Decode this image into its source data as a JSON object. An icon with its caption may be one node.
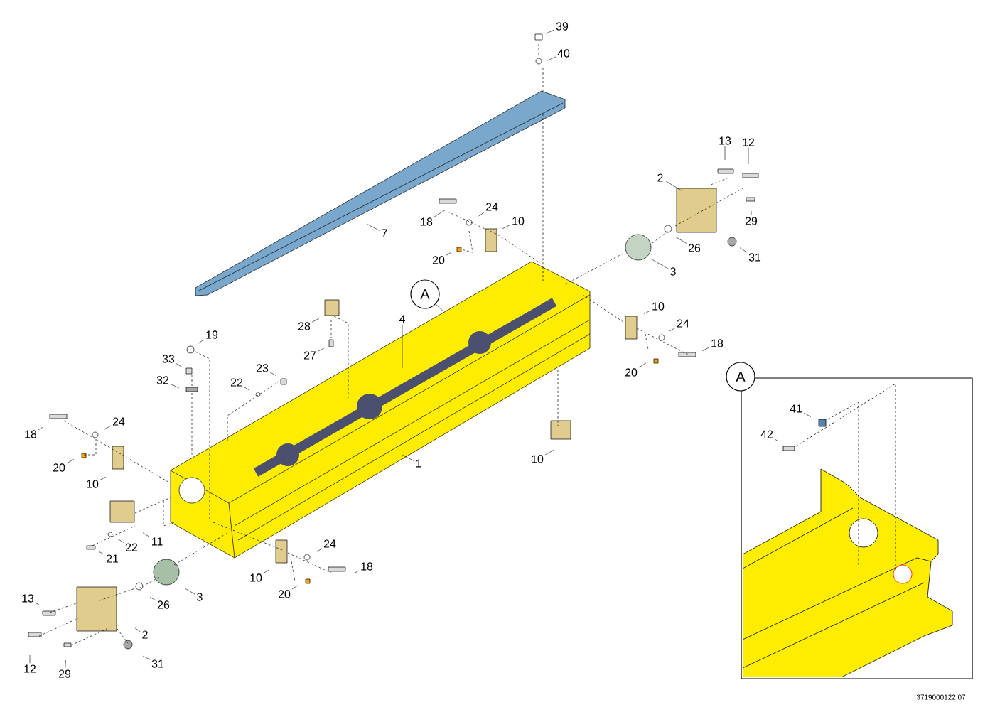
{
  "diagram": {
    "nodes": [
      {
        "text": [
          "39"
        ]
      },
      {
        "text": [
          "40"
        ]
      },
      {
        "text": [
          "13"
        ]
      },
      {
        "text": [
          "12"
        ]
      },
      {
        "text": [
          "2"
        ]
      },
      {
        "text": [
          "18"
        ]
      },
      {
        "text": [
          "24"
        ]
      },
      {
        "text": [
          "10"
        ]
      },
      {
        "text": [
          "29"
        ]
      },
      {
        "text": [
          "7"
        ]
      },
      {
        "text": [
          "26"
        ]
      },
      {
        "text": [
          "31"
        ]
      },
      {
        "text": [
          "20"
        ]
      },
      {
        "text": [
          "3"
        ]
      },
      {
        "text": [
          "A"
        ]
      },
      {
        "text": [
          "10"
        ]
      },
      {
        "text": [
          "4"
        ]
      },
      {
        "text": [
          "24"
        ]
      },
      {
        "text": [
          "28"
        ]
      },
      {
        "text": [
          "19"
        ]
      },
      {
        "text": [
          "18"
        ]
      },
      {
        "text": [
          "27"
        ]
      },
      {
        "text": [
          "33"
        ]
      },
      {
        "text": [
          "23"
        ]
      },
      {
        "text": [
          "20"
        ]
      },
      {
        "text": [
          "A"
        ]
      },
      {
        "text": [
          "32"
        ]
      },
      {
        "text": [
          "22"
        ]
      },
      {
        "text": [
          "41"
        ]
      },
      {
        "text": [
          "24"
        ]
      },
      {
        "text": [
          "18"
        ]
      },
      {
        "text": [
          "42"
        ]
      },
      {
        "text": [
          "10"
        ]
      },
      {
        "text": [
          "1"
        ]
      },
      {
        "text": [
          "20"
        ]
      },
      {
        "text": [
          "10"
        ]
      },
      {
        "text": [
          "11"
        ]
      },
      {
        "text": [
          "22"
        ]
      },
      {
        "text": [
          "24"
        ]
      },
      {
        "text": [
          "21"
        ]
      },
      {
        "text": [
          "18"
        ]
      },
      {
        "text": [
          "10"
        ]
      },
      {
        "text": [
          "20"
        ]
      },
      {
        "text": [
          "3"
        ]
      },
      {
        "text": [
          "26"
        ]
      },
      {
        "text": [
          "13"
        ]
      },
      {
        "text": [
          "2"
        ]
      },
      {
        "text": [
          "31"
        ]
      },
      {
        "text": [
          "12"
        ]
      },
      {
        "text": [
          "29"
        ]
      }
    ],
    "edges": [
      {
        "from": 0,
        "to": null,
        "arrow": "none"
      },
      {
        "from": 1,
        "to": null,
        "arrow": "none"
      },
      {
        "from": 2,
        "to": null,
        "arrow": "none"
      },
      {
        "from": 3,
        "to": null,
        "arrow": "none"
      },
      {
        "from": 4,
        "to": null,
        "arrow": "none"
      },
      {
        "from": 5,
        "to": null,
        "arrow": "none"
      },
      {
        "from": 6,
        "to": null,
        "arrow": "none"
      },
      {
        "from": 7,
        "to": null,
        "arrow": "none"
      },
      {
        "from": 8,
        "to": null,
        "arrow": "none"
      },
      {
        "from": 9,
        "to": null,
        "arrow": "none"
      },
      {
        "from": 10,
        "to": null,
        "arrow": "none"
      },
      {
        "from": 11,
        "to": null,
        "arrow": "none"
      },
      {
        "from": 12,
        "to": null,
        "arrow": "none"
      },
      {
        "from": 13,
        "to": null,
        "arrow": "none"
      },
      {
        "from": 14,
        "to": null,
        "arrow": "none"
      },
      {
        "from": 15,
        "to": null,
        "arrow": "none"
      },
      {
        "from": 16,
        "to": null,
        "arrow": "none"
      },
      {
        "from": 17,
        "to": null,
        "arrow": "none"
      },
      {
        "from": 18,
        "to": null,
        "arrow": "none"
      },
      {
        "from": 19,
        "to": null,
        "arrow": "none"
      },
      {
        "from": 20,
        "to": null,
        "arrow": "none"
      },
      {
        "from": 21,
        "to": null,
        "arrow": "none"
      },
      {
        "from": 22,
        "to": null,
        "arrow": "none"
      },
      {
        "from": 23,
        "to": null,
        "arrow": "none"
      },
      {
        "from": 24,
        "to": null,
        "arrow": "none"
      },
      {
        "from": 26,
        "to": null,
        "arrow": "none"
      },
      {
        "from": 27,
        "to": null,
        "arrow": "none"
      },
      {
        "from": 28,
        "to": null,
        "arrow": "none"
      },
      {
        "from": 29,
        "to": null,
        "arrow": "none"
      },
      {
        "from": 30,
        "to": null,
        "arrow": "none"
      },
      {
        "from": 31,
        "to": null,
        "arrow": "none"
      },
      {
        "from": 32,
        "to": null,
        "arrow": "none"
      },
      {
        "from": 33,
        "to": null,
        "arrow": "none"
      },
      {
        "from": 34,
        "to": null,
        "arrow": "none"
      },
      {
        "from": 35,
        "to": null,
        "arrow": "none"
      },
      {
        "from": 36,
        "to": null,
        "arrow": "none"
      },
      {
        "from": 37,
        "to": null,
        "arrow": "none"
      },
      {
        "from": 38,
        "to": null,
        "arrow": "none"
      },
      {
        "from": 39,
        "to": null,
        "arrow": "none"
      },
      {
        "from": 40,
        "to": null,
        "arrow": "none"
      },
      {
        "from": 41,
        "to": null,
        "arrow": "none"
      },
      {
        "from": 42,
        "to": null,
        "arrow": "none"
      },
      {
        "from": 43,
        "to": null,
        "arrow": "none"
      },
      {
        "from": 44,
        "to": null,
        "arrow": "none"
      },
      {
        "from": 45,
        "to": null,
        "arrow": "none"
      },
      {
        "from": 46,
        "to": null,
        "arrow": "none"
      },
      {
        "from": 47,
        "to": null,
        "arrow": "none"
      },
      {
        "from": 48,
        "to": null,
        "arrow": "none"
      },
      {
        "from": 49,
        "to": null,
        "arrow": "none"
      }
    ],
    "labels": [
      "3719000122 07"
    ]
  }
}
